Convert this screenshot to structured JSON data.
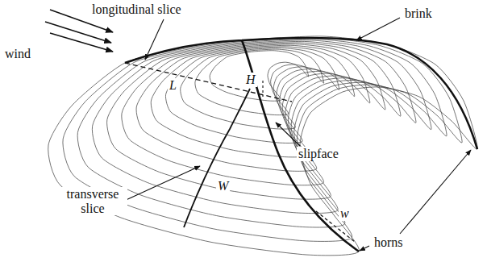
{
  "diagram": {
    "labels": [
      "longitudinal slice",
      "brink",
      "wind",
      "L",
      "H",
      "slipface",
      "W",
      "transverse slice",
      "w",
      "horns"
    ]
  }
}
